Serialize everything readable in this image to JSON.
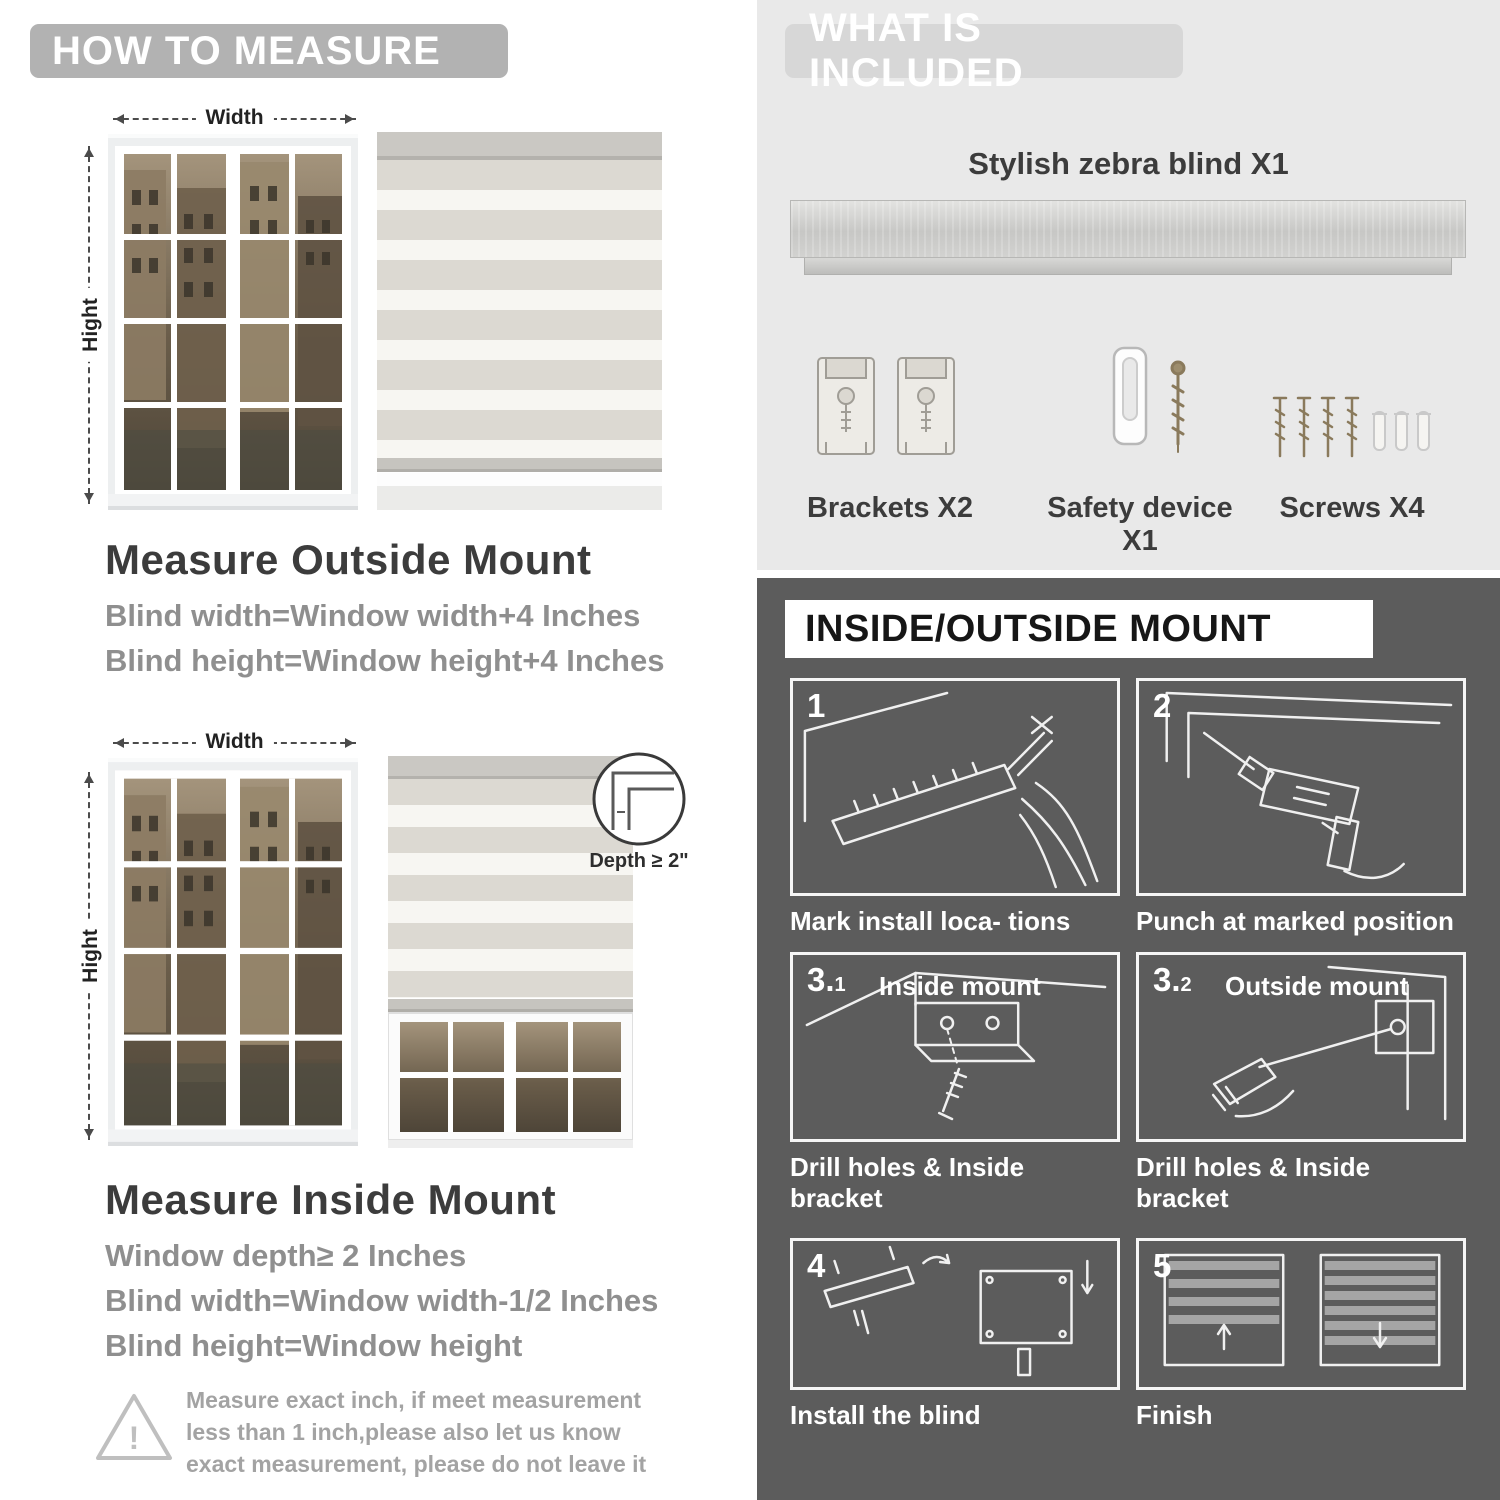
{
  "left": {
    "header": "HOW TO MEASURE",
    "outside": {
      "width_label": "Width",
      "height_label": "Hight",
      "heading": "Measure Outside Mount",
      "line1": "Blind width=Window width+4 Inches",
      "line2": "Blind height=Window height+4 Inches"
    },
    "inside": {
      "width_label": "Width",
      "height_label": "Hight",
      "depth_label": "Depth ≥ 2\"",
      "heading": "Measure Inside Mount",
      "line1": "Window depth≥ 2 Inches",
      "line2": "Blind width=Window width-1/2 Inches",
      "line3": "Blind height=Window height"
    },
    "warning_mark": "!",
    "note": "Measure exact inch, if meet measurement less than 1 inch,please also let us know exact measurement, please do not leave it"
  },
  "included": {
    "header": "WHAT IS INCLUDED",
    "blind_label": "Stylish zebra blind X1",
    "items": [
      {
        "label": "Brackets X2"
      },
      {
        "label": "Safety device X1"
      },
      {
        "label": "Screws X4"
      }
    ]
  },
  "mount": {
    "header": "INSIDE/OUTSIDE MOUNT",
    "colors": {
      "dark_bg": "#5c5c5c",
      "light_bg": "#e9e9e9",
      "pill_gray": "#b2b2b2"
    },
    "steps": [
      {
        "num": "1",
        "caption": "Mark install loca- tions"
      },
      {
        "num": "2",
        "caption": "Punch at  marked position"
      },
      {
        "num": "3.",
        "sub": "1",
        "title": "Inside mount",
        "caption": "Drill holes &  Inside bracket"
      },
      {
        "num": "3.",
        "sub": "2",
        "title": "Outside mount",
        "caption": "Drill holes &  Inside bracket"
      },
      {
        "num": "4",
        "caption": "Install the blind"
      },
      {
        "num": "5",
        "caption": "Finish"
      }
    ]
  }
}
